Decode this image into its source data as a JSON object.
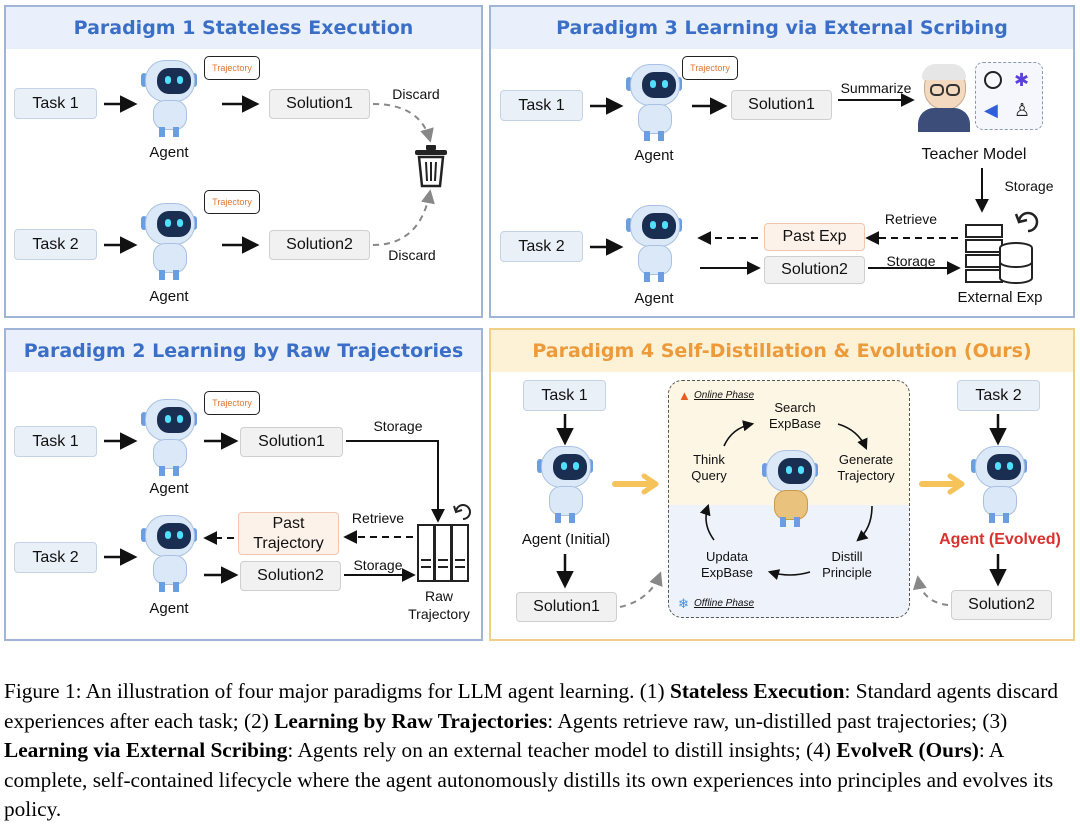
{
  "panel1": {
    "title": "Paradigm 1 Stateless Execution",
    "task1": "Task 1",
    "task2": "Task 2",
    "agent": "Agent",
    "trajectory": "Trajectory",
    "solution1": "Solution1",
    "solution2": "Solution2",
    "discard": "Discard"
  },
  "panel2": {
    "title": "Paradigm 2 Learning by Raw Trajectories",
    "task1": "Task 1",
    "task2": "Task 2",
    "agent": "Agent",
    "trajectory": "Trajectory",
    "solution1": "Solution1",
    "solution2": "Solution2",
    "past_trajectory": "Past Trajectory",
    "storage": "Storage",
    "retrieve": "Retrieve",
    "raw_trajectory": "Raw Trajectory"
  },
  "panel3": {
    "title": "Paradigm 3 Learning via External Scribing",
    "task1": "Task 1",
    "task2": "Task 2",
    "agent": "Agent",
    "trajectory": "Trajectory",
    "solution1": "Solution1",
    "solution2": "Solution2",
    "summarize": "Summarize",
    "teacher_model": "Teacher Model",
    "storage": "Storage",
    "retrieve": "Retrieve",
    "past_exp": "Past Exp",
    "external_exp": "External Exp"
  },
  "panel4": {
    "title": "Paradigm 4 Self-Distillation & Evolution (Ours)",
    "task1": "Task 1",
    "task2": "Task 2",
    "agent_initial": "Agent (Initial)",
    "agent_evolved": "Agent (Evolved)",
    "solution1": "Solution1",
    "solution2": "Solution2",
    "online_phase": "Online Phase",
    "offline_phase": "Offline Phase",
    "search": "Search ExpBase",
    "generate": "Generate Trajectory",
    "distill": "Distill Principle",
    "update": "Updata ExpBase",
    "think": "Think Query"
  },
  "caption": {
    "prefix": "Figure 1: An illustration of four major paradigms for LLM agent learning. (1) ",
    "t1": "Stateless Execution",
    "s1": ": Standard agents discard experiences after each task; (2) ",
    "t2": "Learning by Raw Trajectories",
    "s2": ": Agents retrieve raw, un-distilled past trajectories; (3) ",
    "t3": "Learning via External Scribing",
    "s3": ": Agents rely on an external teacher model to distill insights; (4) ",
    "t4": "EvolveR (Ours)",
    "s4": ": A complete, self-contained lifecycle where the agent autonomously distills its own experiences into principles and evolves its policy."
  },
  "colors": {
    "blue_title": "#3b6fc7",
    "orange_title": "#ec9a3a",
    "evolved_label": "#d9322e"
  }
}
